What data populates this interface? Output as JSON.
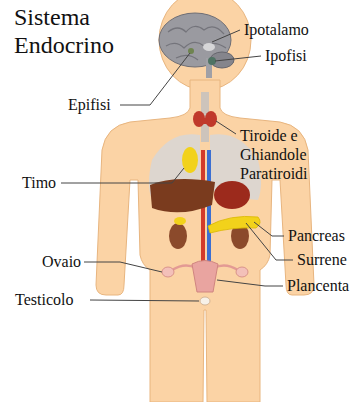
{
  "diagram": {
    "title": "Sistema Endocrino",
    "labels": [
      "Ipotalamo",
      "Ipofisi",
      "Epifisi",
      "Tiroide e Ghiandole Paratiroidi",
      "Timo",
      "Pancreas",
      "Surrene",
      "Ovaio",
      "Plancenta",
      "Testicolo"
    ]
  }
}
